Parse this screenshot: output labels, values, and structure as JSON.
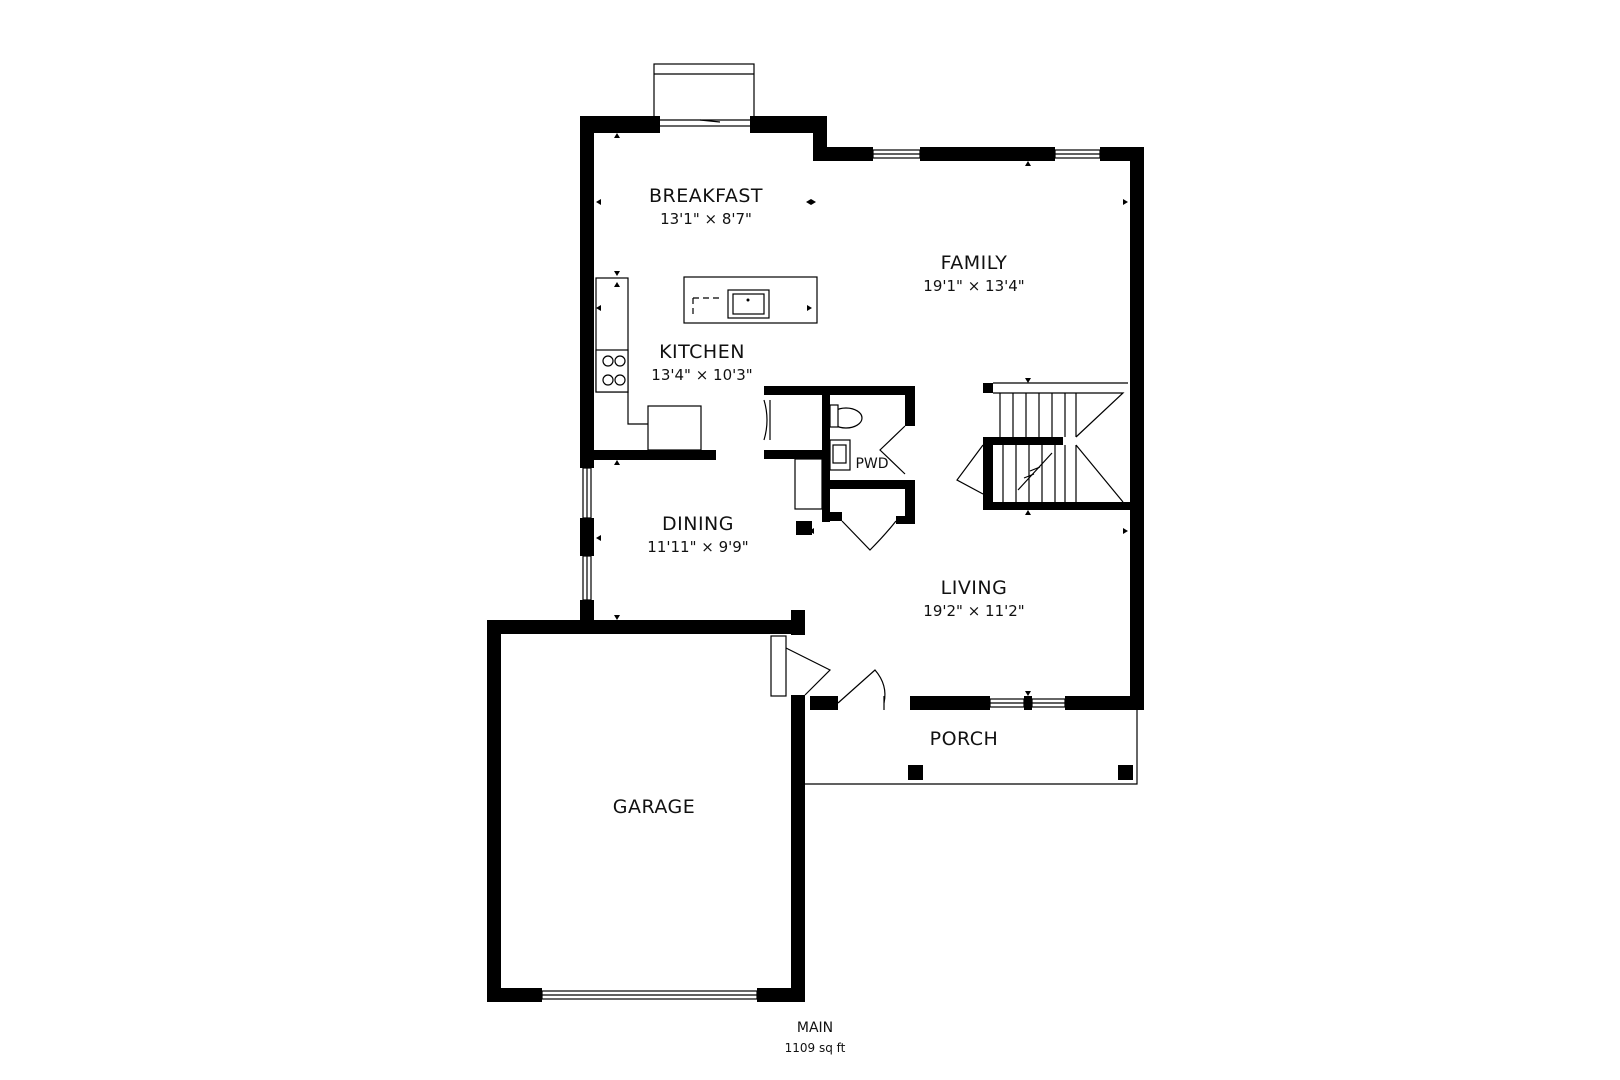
{
  "rooms": {
    "breakfast": {
      "name": "BREAKFAST",
      "dims": "13'1\" × 8'7\""
    },
    "family": {
      "name": "FAMILY",
      "dims": "19'1\" × 13'4\""
    },
    "kitchen": {
      "name": "KITCHEN",
      "dims": "13'4\" × 10'3\""
    },
    "dining": {
      "name": "DINING",
      "dims": "11'11\" × 9'9\""
    },
    "living": {
      "name": "LIVING",
      "dims": "19'2\" × 11'2\""
    },
    "powder": {
      "name": "PWD"
    },
    "porch": {
      "name": "PORCH"
    },
    "garage": {
      "name": "GARAGE"
    }
  },
  "floor": {
    "name": "MAIN",
    "area": "1109 sq ft"
  }
}
